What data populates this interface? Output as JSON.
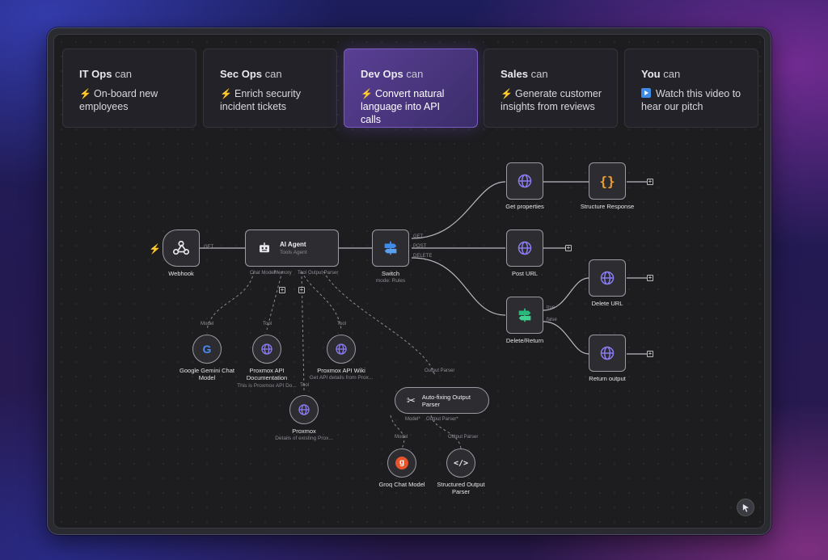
{
  "tabs": [
    {
      "team": "IT Ops",
      "suffix": "can",
      "icon": "bolt-icon",
      "desc": "On-board new employees",
      "active": false
    },
    {
      "team": "Sec Ops",
      "suffix": "can",
      "icon": "bolt-icon",
      "desc": "Enrich security incident tickets",
      "active": false
    },
    {
      "team": "Dev Ops",
      "suffix": "can",
      "icon": "bolt-icon",
      "desc": "Convert natural language into API calls",
      "active": true
    },
    {
      "team": "Sales",
      "suffix": "can",
      "icon": "bolt-icon",
      "desc": "Generate customer insights from reviews",
      "active": false
    },
    {
      "team": "You",
      "suffix": "can",
      "icon": "play-icon",
      "desc": "Watch this video to hear our pitch",
      "active": false
    }
  ],
  "workflow": {
    "webhook": {
      "label": "Webhook",
      "port": "GET"
    },
    "ai_agent": {
      "title": "AI Agent",
      "subtitle": "Tools Agent",
      "ports": [
        "Chat Model*",
        "Memory",
        "Tool",
        "Output Parser"
      ]
    },
    "switch": {
      "label": "Switch",
      "subtitle": "mode: Rules",
      "outputs": [
        "GET",
        "POST",
        "DELETE"
      ]
    },
    "get_properties": {
      "label": "Get properties"
    },
    "structure_response": {
      "label": "Structure Response"
    },
    "post_url": {
      "label": "Post URL"
    },
    "delete_return": {
      "label": "Delete/Return",
      "outputs": [
        "true",
        "false"
      ]
    },
    "delete_url": {
      "label": "Delete URL"
    },
    "return_output": {
      "label": "Return output"
    },
    "gemini": {
      "label": "Google Gemini Chat Model",
      "port": "Model"
    },
    "proxmox_docs": {
      "label": "Proxmox API Documentation",
      "subtitle": "This is Proxmox API Do...",
      "port": "Tool"
    },
    "proxmox_wiki": {
      "label": "Proxmox API Wiki",
      "subtitle": "Get API details from Prox...",
      "port": "Tool"
    },
    "proxmox": {
      "label": "Proxmox",
      "subtitle": "Details of existing Prox...",
      "port": "Tool"
    },
    "autofix": {
      "label": "Auto-fixing Output Parser",
      "port": "Output Parser",
      "ports": [
        "Model*",
        "Output Parser*"
      ]
    },
    "groq": {
      "label": "Groq Chat Model",
      "port": "Model"
    },
    "structured_parser": {
      "label": "Structured Output Parser",
      "port": "Output Parser"
    }
  },
  "colors": {
    "accent": "#7a5cc0",
    "bolt": "#ff7a3a",
    "play": "#3f8ce8",
    "globe": "#8a7cf0",
    "braces": "#f0a030",
    "groq": "#e8542a"
  }
}
